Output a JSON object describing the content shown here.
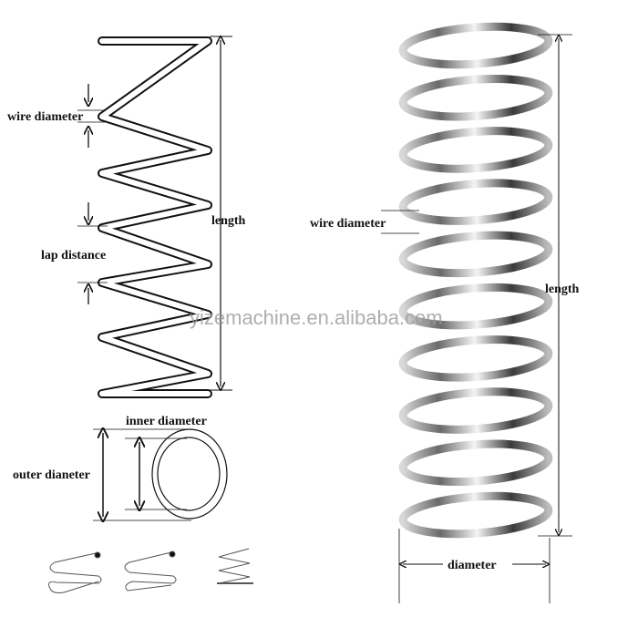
{
  "left_diagram": {
    "wire_diameter": "wire diameter",
    "lap_distance": "lap distance",
    "length": "length",
    "inner_diameter": "inner diameter",
    "outer_diameter": "outer dianeter"
  },
  "right_photo": {
    "wire_diameter": "wire diameter",
    "length": "length",
    "diameter": "diameter"
  },
  "watermark": "yizemachine.en.alibaba.com",
  "colors": {
    "line": "#111111",
    "metal": "#8a8a8a"
  }
}
